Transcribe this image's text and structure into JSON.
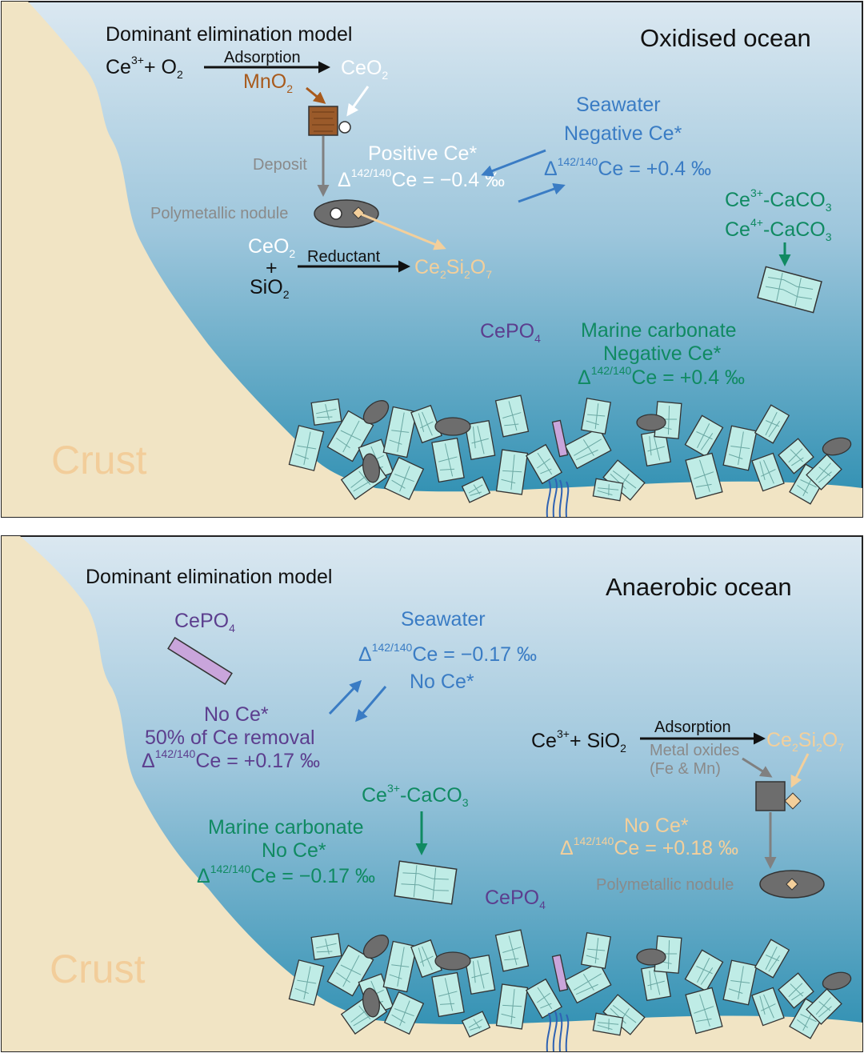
{
  "colors": {
    "ocean_top": "#dbe8f1",
    "ocean_bottom": "#2a8db0",
    "crust": "#f1e4c4",
    "blue_text": "#3a7cc4",
    "green_text": "#108a62",
    "purple_text": "#5c3e8e",
    "gray_text": "#8a8a8a",
    "brown_text": "#a85a1c",
    "peach_text": "#f3cf9b",
    "carbonate_fill": "#bfece6",
    "nodule_fill": "#6d6d6d",
    "cepo4_fill": "#c9a5db"
  },
  "top": {
    "title": "Oxidised ocean",
    "model": "Dominant elimination model",
    "eq1": {
      "left": "Ce",
      "left_sup": "3+",
      "plus": "+ O",
      "plus_sub": "2",
      "arrow_label": "Adsorption",
      "right": "CeO",
      "right_sub": "2"
    },
    "mno2": {
      "text": "MnO",
      "sub": "2"
    },
    "deposit": "Deposit",
    "nodule": "Polymetallic nodule",
    "eq2": {
      "a": "CeO",
      "a_sub": "2",
      "plus": "+",
      "b": "SiO",
      "b_sub": "2",
      "arrow_label": "Reductant",
      "prod": "Ce",
      "prod_sub1": "2",
      "prod_mid": "Si",
      "prod_sub2": "2",
      "prod_end": "O",
      "prod_sub3": "7"
    },
    "positive": {
      "line1": "Positive Ce*",
      "delta": "Δ",
      "sup": "142/140",
      "val": "Ce = −0.4 ‰"
    },
    "seawater": {
      "line1": "Seawater",
      "line2": "Negative Ce*",
      "delta": "Δ",
      "sup": "142/140",
      "val": "Ce = +0.4 ‰"
    },
    "caco3": {
      "l1": "Ce",
      "l1_sup": "3+",
      "l1_rest": "-CaCO",
      "l1_sub": "3",
      "l2": "Ce",
      "l2_sup": "4+",
      "l2_rest": "-CaCO",
      "l2_sub": "3"
    },
    "cepo4": {
      "text": "CePO",
      "sub": "4"
    },
    "marine": {
      "line1": "Marine carbonate",
      "line2": "Negative Ce*",
      "delta": "Δ",
      "sup": "142/140",
      "val": "Ce = +0.4 ‰"
    },
    "crust": "Crust"
  },
  "bottom": {
    "title": "Anaerobic ocean",
    "model": "Dominant elimination model",
    "cepo4_top": {
      "text": "CePO",
      "sub": "4"
    },
    "seawater": {
      "line1": "Seawater",
      "delta": "Δ",
      "sup": "142/140",
      "val": "Ce = −0.17 ‰",
      "line3": "No Ce*"
    },
    "removal": {
      "line1": "No Ce*",
      "line2": "50% of Ce removal",
      "delta": "Δ",
      "sup": "142/140",
      "val": "Ce = +0.17 ‰"
    },
    "eq": {
      "left": "Ce",
      "left_sup": "3+",
      "plus": "+ SiO",
      "plus_sub": "2",
      "arrow_label": "Adsorption",
      "prod": "Ce",
      "prod_sub1": "2",
      "prod_mid": "Si",
      "prod_sub2": "2",
      "prod_end": "O",
      "prod_sub3": "7"
    },
    "metal": {
      "line1": "Metal oxides",
      "line2": "(Fe & Mn)"
    },
    "caco3": {
      "text": "Ce",
      "sup": "3+",
      "rest": "-CaCO",
      "sub": "3"
    },
    "marine": {
      "line1": "Marine carbonate",
      "line2": "No Ce*",
      "delta": "Δ",
      "sup": "142/140",
      "val": "Ce = −0.17 ‰"
    },
    "noce": {
      "line1": "No Ce*",
      "delta": "Δ",
      "sup": "142/140",
      "val": "Ce = +0.18 ‰"
    },
    "nodule": "Polymetallic nodule",
    "cepo4_bottom": {
      "text": "CePO",
      "sub": "4"
    },
    "crust": "Crust"
  }
}
